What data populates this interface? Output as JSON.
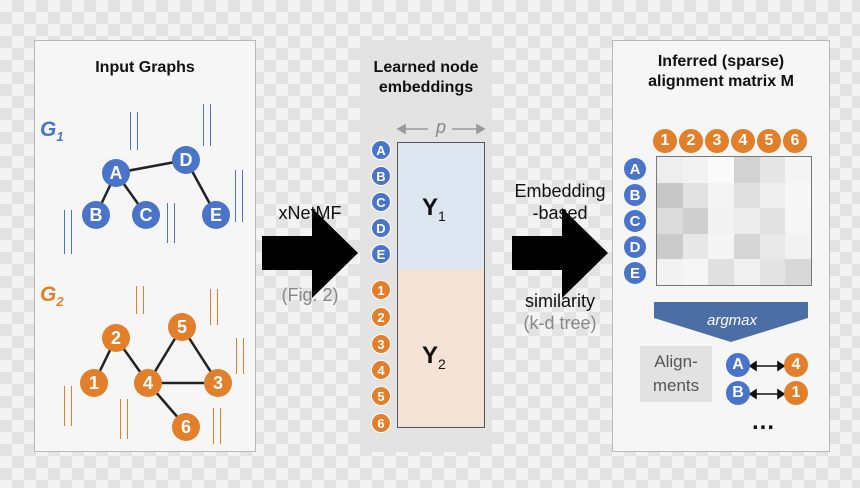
{
  "left_panel": {
    "title": "Input Graphs",
    "graph1": {
      "symbol": "G",
      "subscript": "1",
      "nodes": [
        "A",
        "B",
        "C",
        "D",
        "E"
      ]
    },
    "graph2": {
      "symbol": "G",
      "subscript": "2",
      "nodes": [
        "1",
        "2",
        "3",
        "4",
        "5",
        "6"
      ]
    }
  },
  "arrow1": {
    "label": "xNetMF",
    "sublabel": "(Fig. 2)"
  },
  "middle_panel": {
    "title_line1": "Learned node",
    "title_line2": "embeddings",
    "dimension_label": "p",
    "block1": {
      "symbol": "Y",
      "subscript": "1"
    },
    "block2": {
      "symbol": "Y",
      "subscript": "2"
    },
    "row_labels_g1": [
      "A",
      "B",
      "C",
      "D",
      "E"
    ],
    "row_labels_g2": [
      "1",
      "2",
      "3",
      "4",
      "5",
      "6"
    ]
  },
  "arrow2": {
    "label_line1": "Embedding",
    "label_line2": "-based",
    "label_line3": "similarity",
    "sublabel": "(k-d tree)"
  },
  "right_panel": {
    "title_line1": "Inferred (sparse)",
    "title_line2": "alignment matrix M",
    "col_labels": [
      "1",
      "2",
      "3",
      "4",
      "5",
      "6"
    ],
    "row_labels": [
      "A",
      "B",
      "C",
      "D",
      "E"
    ],
    "argmax_label": "argmax",
    "alignments_label_line1": "Align-",
    "alignments_label_line2": "ments",
    "alignments": [
      {
        "from": "A",
        "to": "4"
      },
      {
        "from": "B",
        "to": "1"
      }
    ],
    "ellipsis": "..."
  },
  "colors": {
    "g1": "#4a74c9",
    "g2": "#e17f2a"
  }
}
